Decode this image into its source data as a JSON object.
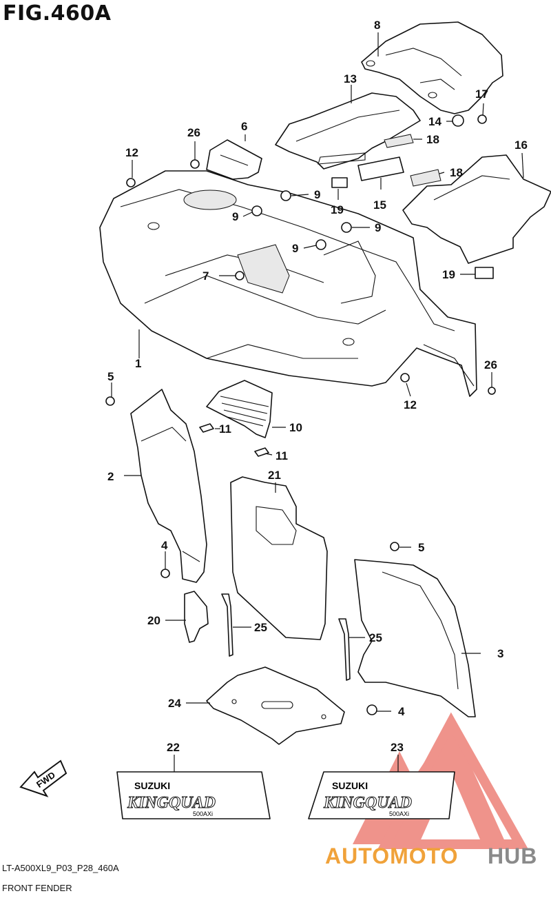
{
  "figure": {
    "title": "FIG.460A"
  },
  "callouts": {
    "c1": "1",
    "c2": "2",
    "c3": "3",
    "c4a": "4",
    "c4b": "4",
    "c5a": "5",
    "c5b": "5",
    "c6": "6",
    "c7": "7",
    "c8": "8",
    "c9a": "9",
    "c9b": "9",
    "c9c": "9",
    "c9d": "9",
    "c10": "10",
    "c11a": "11",
    "c11b": "11",
    "c12a": "12",
    "c12b": "12",
    "c13": "13",
    "c14": "14",
    "c15": "15",
    "c16": "16",
    "c17": "17",
    "c18a": "18",
    "c18b": "18",
    "c19a": "19",
    "c19b": "19",
    "c20": "20",
    "c21": "21",
    "c22": "22",
    "c23": "23",
    "c24": "24",
    "c25a": "25",
    "c25b": "25",
    "c26a": "26",
    "c26b": "26"
  },
  "fwd_arrow": {
    "label": "FWD"
  },
  "decals": {
    "brand": "SUZUKI",
    "model": "KINGQUAD",
    "sub": "500AXi"
  },
  "footer": {
    "code": "LT-A500XL9_P03_P28_460A",
    "caption": "FRONT FENDER"
  },
  "watermark": {
    "part1": "AUTOMOTO",
    "part2": "HUB",
    "color_red": "#e23b2e",
    "color_orange": "#f0a23a",
    "color_gray": "#8a8a8a"
  }
}
